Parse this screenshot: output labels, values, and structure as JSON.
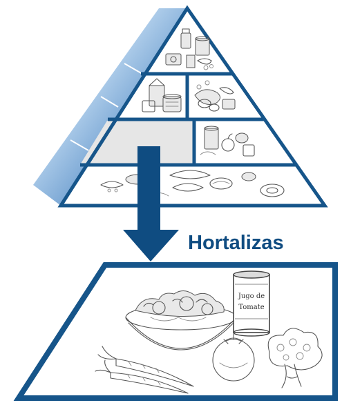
{
  "diagram": {
    "highlighted_tier": "Hortalizas",
    "colors": {
      "navy": "#16558a",
      "arrow": "#0f4c81",
      "highlight_fill": "#e6e6e6",
      "sketch_stroke": "#555555",
      "side_gradient_light": "#bcd7f0",
      "side_gradient_dark": "#1e5fa3"
    },
    "pyramid": {
      "tiers": [
        {
          "id": "top",
          "compartments": [
            "grasas-aceites-dulces"
          ]
        },
        {
          "id": "second",
          "compartments": [
            "leche-yogur-queso",
            "carne-pescado-huevos"
          ]
        },
        {
          "id": "third",
          "compartments": [
            "hortalizas",
            "frutas"
          ],
          "highlighted": "hortalizas"
        },
        {
          "id": "base",
          "compartments": [
            "pan-cereal-arroz-pasta"
          ]
        }
      ]
    },
    "arrow": {
      "direction": "down",
      "icon": "arrow-down-icon"
    },
    "detail_panel": {
      "can_label_line1": "Jugo de",
      "can_label_line2": "Tomate",
      "items": [
        "salad-bowl-icon",
        "tomato-juice-can-icon",
        "carrots-icon",
        "tomato-icon",
        "broccoli-icon"
      ]
    }
  }
}
